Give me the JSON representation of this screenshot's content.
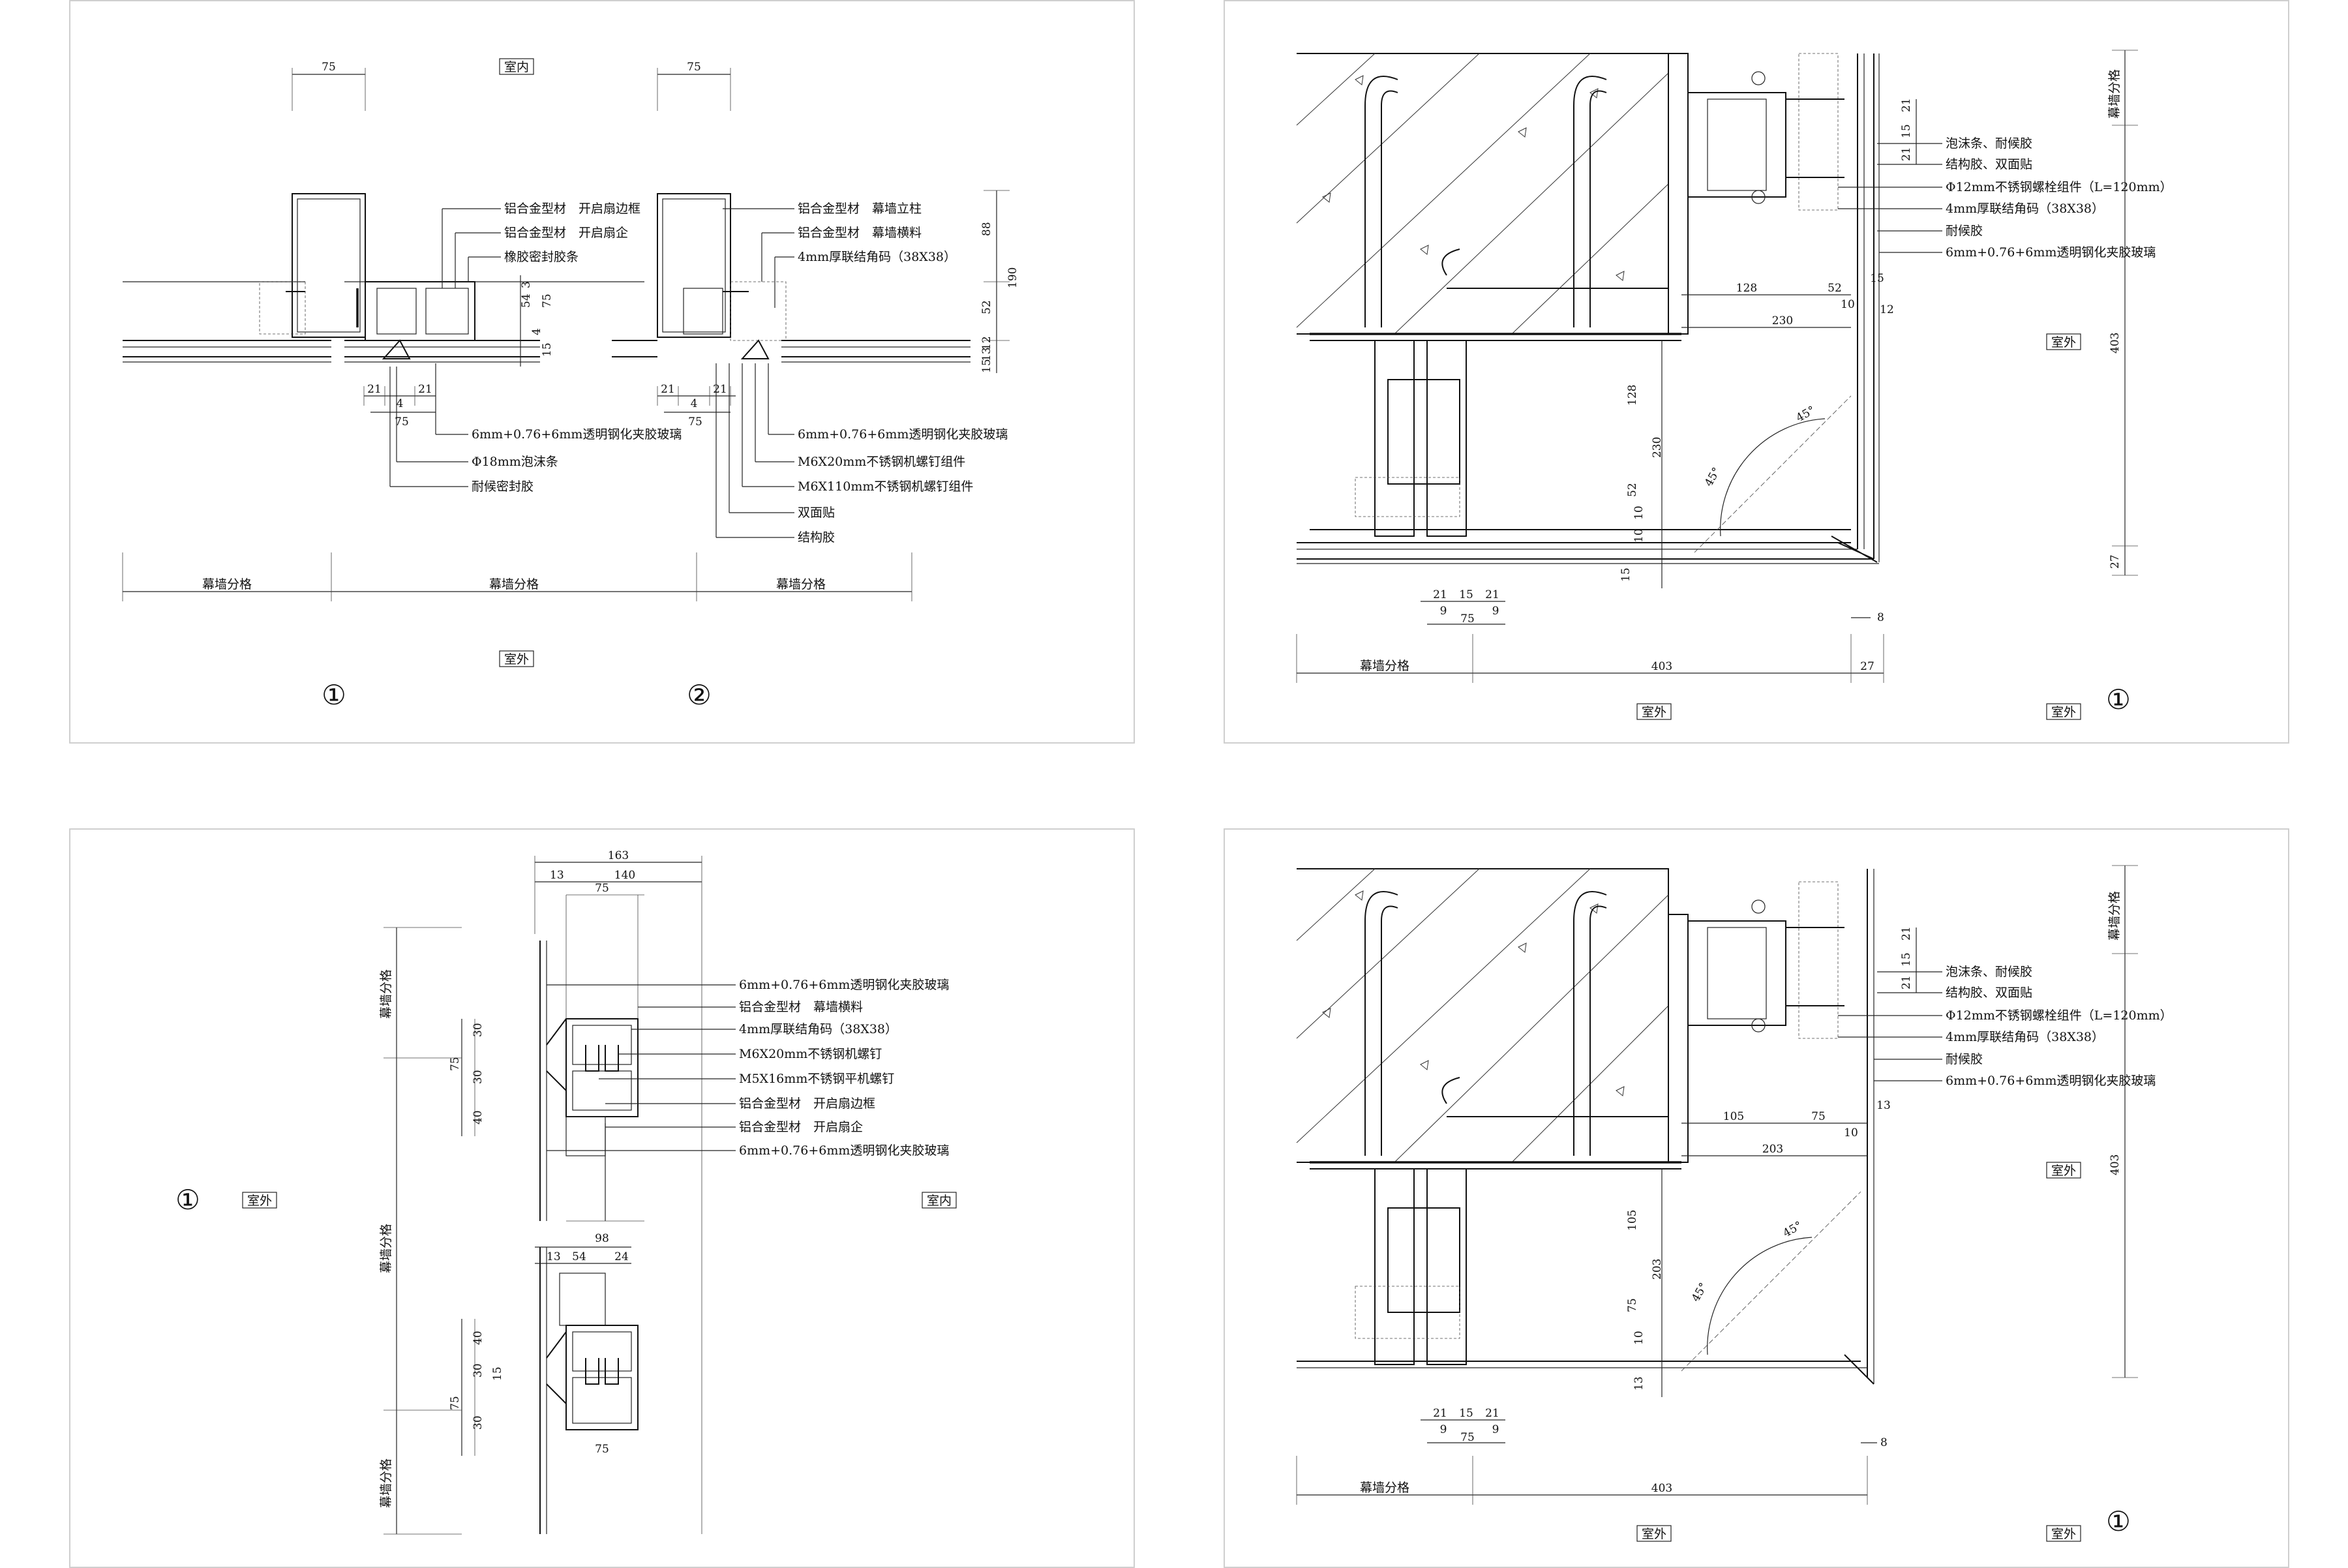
{
  "panels": {
    "tl": {
      "indoor": "室内",
      "outdoor": "室外",
      "d1_top": "75",
      "d2_top": "75",
      "d1_callouts": [
        "铝合金型材　开启扇边框",
        "铝合金型材　开启扇企",
        "橡胶密封胶条"
      ],
      "d2_callouts": [
        "铝合金型材　幕墙立柱",
        "铝合金型材　幕墙横料",
        "4mm厚联结角码（38X38）"
      ],
      "d1_bottom": [
        "6mm+0.76+6mm透明钢化夹胶玻璃",
        "Φ18mm泡沫条",
        "耐候密封胶"
      ],
      "d2_bottom": [
        "6mm+0.76+6mm透明钢化夹胶玻璃",
        "M6X20mm不锈钢机螺钉组件",
        "M6X110mm不锈钢机螺钉组件",
        "双面贴",
        "结构胶"
      ],
      "d1_dims_v": [
        "3",
        "54",
        "75",
        "4",
        "15"
      ],
      "d1_dims_h": [
        "21",
        "4",
        "21",
        "75"
      ],
      "d2_dims_v": [
        "88",
        "190",
        "52",
        "12",
        "13",
        "15"
      ],
      "d2_dims_h": [
        "21",
        "4",
        "21",
        "75"
      ],
      "grid_labels": [
        "幕墙分格",
        "幕墙分格",
        "幕墙分格"
      ],
      "marker1": "①",
      "marker2": "②"
    },
    "tr": {
      "callouts": [
        "泡沫条、耐候胶",
        "结构胶、双面贴",
        "Φ12mm不锈钢螺栓组件（L=120mm）",
        "4mm厚联结角码（38X38）",
        "耐候胶",
        "6mm+0.76+6mm透明钢化夹胶玻璃"
      ],
      "dims_top": [
        "128",
        "52",
        "230",
        "10",
        "15",
        "12"
      ],
      "dims_side": [
        "21",
        "15",
        "21",
        "403",
        "27"
      ],
      "dims_left": [
        "128",
        "230",
        "52",
        "10",
        "10",
        "15"
      ],
      "dims_bottom": [
        "21",
        "15",
        "21",
        "9",
        "9",
        "75",
        "8"
      ],
      "angle": "45°",
      "grid_label": "幕墙分格",
      "grid_label_v": "幕墙分格",
      "dim_403": "403",
      "dim_27": "27",
      "outdoor1": "室外",
      "outdoor2": "室外",
      "marker": "①"
    },
    "bl": {
      "dims_top": [
        "163",
        "13",
        "140"
      ],
      "dims_mid": [
        "98",
        "13",
        "54",
        "24"
      ],
      "dim_75a": "75",
      "dim_75b": "75",
      "dims_v1": [
        "30",
        "75",
        "30",
        "40"
      ],
      "dims_v2": [
        "40",
        "30",
        "15",
        "75",
        "30"
      ],
      "callouts": [
        "6mm+0.76+6mm透明钢化夹胶玻璃",
        "铝合金型材　幕墙横料",
        "4mm厚联结角码（38X38）",
        "M6X20mm不锈钢机螺钉",
        "M5X16mm不锈钢平机螺钉",
        "铝合金型材　开启扇边框",
        "铝合金型材　开启扇企",
        "6mm+0.76+6mm透明钢化夹胶玻璃"
      ],
      "grid_labels": [
        "幕墙分格",
        "幕墙分格",
        "幕墙分格"
      ],
      "outdoor": "室外",
      "indoor": "室内",
      "marker": "①"
    },
    "br": {
      "callouts": [
        "泡沫条、耐候胶",
        "结构胶、双面贴",
        "Φ12mm不锈钢螺栓组件（L=120mm）",
        "4mm厚联结角码（38X38）",
        "耐候胶",
        "6mm+0.76+6mm透明钢化夹胶玻璃"
      ],
      "dims_top": [
        "105",
        "75",
        "203",
        "10",
        "13"
      ],
      "dims_side": [
        "21",
        "15",
        "21",
        "403"
      ],
      "dims_left": [
        "105",
        "203",
        "75",
        "10",
        "13"
      ],
      "dims_bottom": [
        "21",
        "15",
        "21",
        "9",
        "9",
        "75",
        "8"
      ],
      "angle": "45°",
      "grid_label": "幕墙分格",
      "grid_label_v": "幕墙分格",
      "dim_403": "403",
      "outdoor1": "室外",
      "outdoor2": "室外",
      "marker": "①"
    }
  }
}
